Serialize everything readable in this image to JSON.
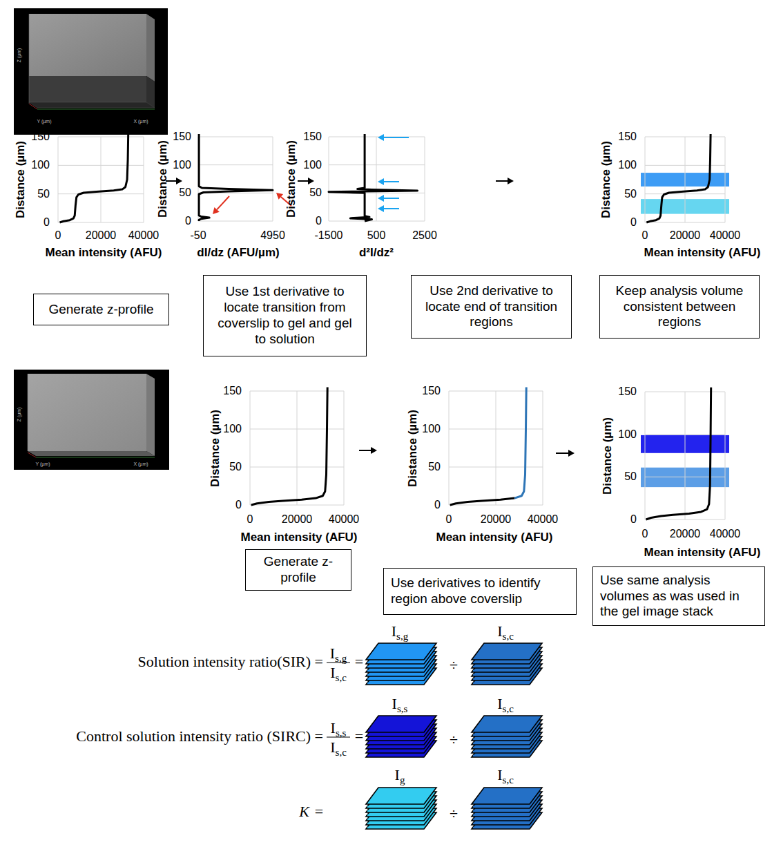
{
  "diagram": {
    "nodes": [
      {
        "text": [
          "Generate z-profile"
        ]
      },
      {
        "text": [
          "Use 1st derivative to locate transition from coverslip to gel and gel to solution"
        ]
      },
      {
        "text": [
          "Use 2nd derivative to locate end of transition regions"
        ]
      },
      {
        "text": [
          "Keep analysis volume consistent between regions"
        ]
      },
      {
        "text": [
          "Generate z-profile"
        ]
      },
      {
        "text": [
          "Use derivatives to identify region above coverslip"
        ]
      },
      {
        "text": [
          "Use same analysis volumes as was used in the gel image stack"
        ]
      }
    ],
    "labels": [
      "Z (µm)",
      "Y (µm)",
      "X (µm)",
      "150",
      "100",
      "50",
      "0",
      "0",
      "20000",
      "40000",
      "Distance (µm)",
      "Mean intensity (AFU)",
      "150",
      "100",
      "50",
      "0",
      "-50",
      "4950",
      "Distance (µm)",
      "dI/dz (AFU/µm)",
      "150",
      "100",
      "50",
      "0",
      "-1500",
      "500",
      "2500",
      "Distance (µm)",
      "d²I/dz²",
      "150",
      "100",
      "50",
      "0",
      "0",
      "20000",
      "40000",
      "Distance (µm)",
      "Mean intensity (AFU)",
      "Z (µm)",
      "Y (µm)",
      "X (µm)",
      "150",
      "100",
      "50",
      "0",
      "0",
      "20000",
      "40000",
      "Distance (µm)",
      "Mean intensity (AFU)",
      "150",
      "100",
      "50",
      "0",
      "0",
      "20000",
      "40000",
      "Distance (µm)",
      "Mean intensity (AFU)",
      "150",
      "100",
      "50",
      "0",
      "0",
      "20000",
      "40000",
      "Distance (µm)",
      "Mean intensity (AFU)",
      "Solution intensity ratio(SIR) =",
      "I",
      "s,g",
      "I",
      "s,c",
      "=",
      "I",
      "s,g",
      "÷",
      "I",
      "s,c",
      "Control solution intensity ratio (SIRC) =",
      "I",
      "s,s",
      "I",
      "s,c",
      "=",
      "I",
      "s,s",
      "÷",
      "I",
      "s,c",
      "K",
      "=",
      "I",
      "g",
      "÷",
      "I",
      "s,c"
    ]
  }
}
